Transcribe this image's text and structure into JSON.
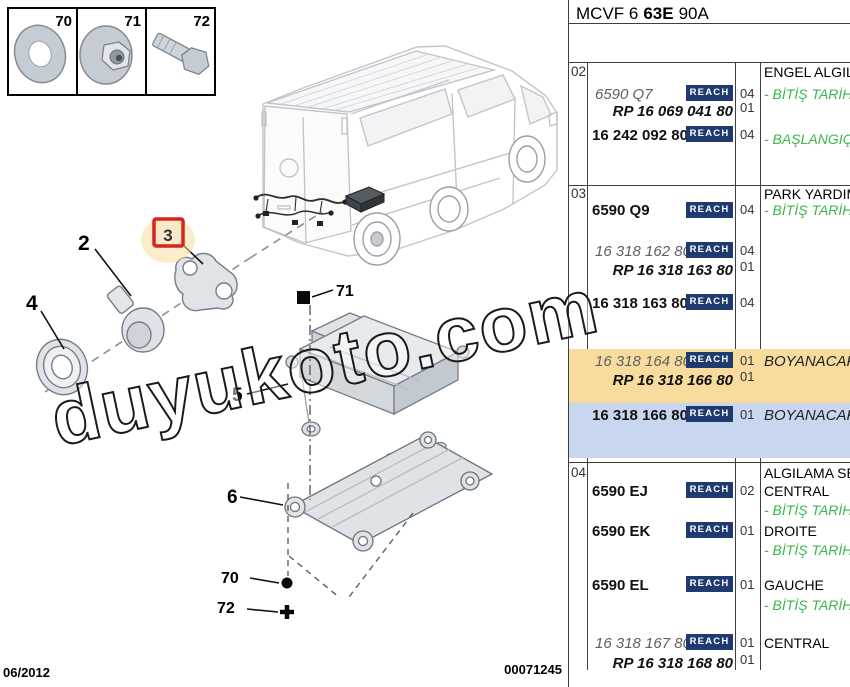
{
  "header": {
    "code_part1": "MCVF 6",
    "code_part2_bold": "63E",
    "code_part3": "90A"
  },
  "footer": {
    "date": "06/2012",
    "doc_number": "00071245"
  },
  "diagram": {
    "watermark": "duyukoto.com",
    "legend": [
      {
        "num": "70"
      },
      {
        "num": "71"
      },
      {
        "num": "72"
      }
    ],
    "callouts": {
      "c2": "2",
      "c3": "3",
      "c4": "4",
      "c5": "5",
      "c6": "6",
      "c70": "70",
      "c71": "71",
      "c72": "72"
    },
    "highlighted_callout": "3"
  },
  "table": {
    "reach": "REACH",
    "sections": [
      {
        "num": "02",
        "title": "ENGEL ALGILA",
        "rows": [
          {
            "ref": "6590 Q7",
            "qty": "04",
            "note": "- BİTİŞ TARİH"
          },
          {
            "ref": "RP 16 069 041 80",
            "qty": "01"
          },
          {
            "ref": "16 242 092 80",
            "qty": "04",
            "note": "- BAŞLANGIÇ"
          }
        ]
      },
      {
        "num": "03",
        "title": "PARK YARDIM",
        "rows": [
          {
            "ref": "6590 Q9",
            "qty": "04",
            "note": "- BİTİŞ TARİH"
          },
          {
            "ref": "16 318 162 80",
            "qty": "04"
          },
          {
            "ref": "RP 16 318 163 80",
            "qty": "01"
          },
          {
            "ref": "16 318 163 80",
            "qty": "04"
          },
          {
            "ref": "16 318 164 80",
            "qty": "01",
            "desc": "BOYANACAK",
            "highlight": "yellow"
          },
          {
            "ref": "RP 16 318 166 80",
            "qty": "01",
            "highlight": "yellow"
          },
          {
            "ref": "16 318 166 80",
            "qty": "01",
            "desc": "BOYANACAK",
            "highlight": "blue"
          }
        ]
      },
      {
        "num": "04",
        "title": "ALGILAMA SE",
        "rows": [
          {
            "ref": "6590 EJ",
            "qty": "02",
            "desc": "CENTRAL",
            "note": "- BİTİŞ TARİH"
          },
          {
            "ref": "6590 EK",
            "qty": "01",
            "desc": "DROITE",
            "note": "- BİTİŞ TARİH"
          },
          {
            "ref": "6590 EL",
            "qty": "01",
            "desc": "GAUCHE",
            "note": "- BİTİŞ TARİH"
          },
          {
            "ref": "16 318 167 80",
            "qty": "01",
            "desc": "CENTRAL"
          },
          {
            "ref": "RP 16 318 168 80",
            "qty": "01"
          }
        ]
      }
    ]
  },
  "colors": {
    "reach_bg": "#1e3a6e",
    "highlight_yellow": "#f8dc9e",
    "highlight_blue": "#c9d6f0",
    "note_green": "#3cb54a",
    "callout_red": "#d4261e"
  }
}
